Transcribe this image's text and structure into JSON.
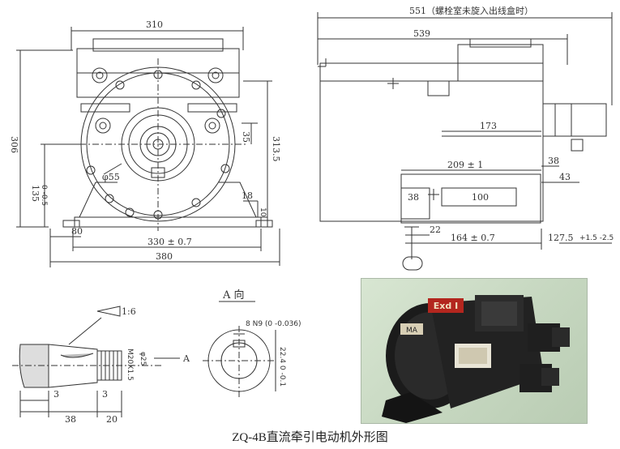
{
  "drawing": {
    "front_view": {
      "width_top": "310",
      "height_total": "306",
      "shaft_height": "135",
      "shaft_height_tol": "0\n-0.5",
      "height_313": "313.5",
      "dim_35": "35",
      "shaft_diameter": "φ55",
      "foot_thickness": "18",
      "foot_edge": "10",
      "foot_width": "80",
      "hole_spacing": "330 ± 0.7",
      "base_width": "380"
    },
    "side_view": {
      "overall_length": "551（螺栓室未旋入出线盒时）",
      "body_length": "539",
      "dim_173": "173",
      "dim_209": "209 ± 1",
      "dim_38_right": "38",
      "dim_43": "43",
      "dim_38_left": "38",
      "dim_100": "100",
      "dim_22": "22",
      "dim_164": "164 ± 0.7",
      "dim_127": "127.5",
      "dim_127_tol": "+1.5\n-2.5"
    },
    "shaft_detail": {
      "taper": "1:6",
      "thread": "M20X1.5",
      "diameter": "φ25",
      "arrow_label": "A",
      "dim_3a": "3",
      "dim_3b": "3",
      "dim_38": "38",
      "dim_20": "20"
    },
    "a_view": {
      "title": "A 向",
      "keyway": "8 N9 (0\n-0.036)",
      "dim_22": "22.4 0\n-0.1"
    }
  },
  "photo": {
    "badge_top": "Exd I",
    "badge_left": "MA"
  },
  "caption": "ZQ-4B直流牵引电动机外形图"
}
